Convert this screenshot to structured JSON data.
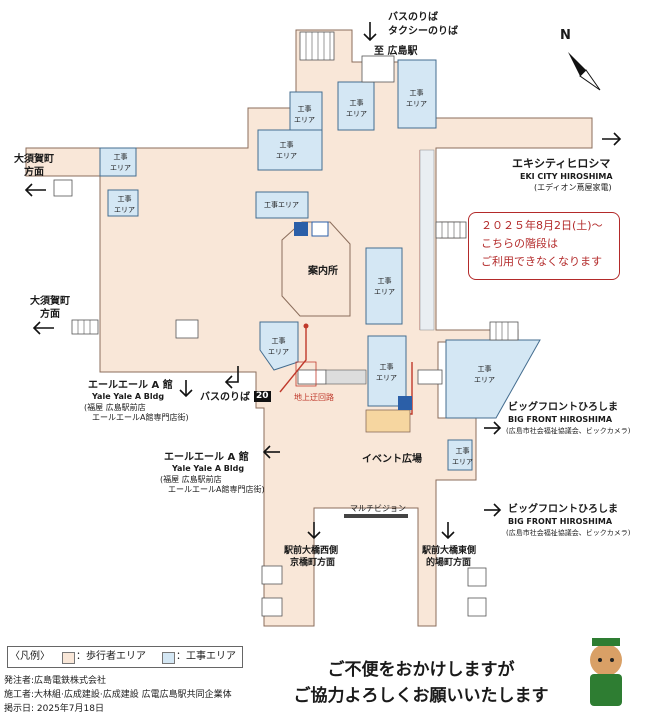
{
  "map": {
    "top_labels": [
      "バスのりば",
      "タクシーのりば",
      "至 広島駅"
    ],
    "construction_label": "工事\nエリア",
    "construction_label_wide": "工事エリア",
    "west_exit_1": {
      "name": "大須賀町",
      "sub": "方面"
    },
    "west_exit_2": {
      "name": "大須賀町",
      "sub": "方面"
    },
    "ekicity": {
      "name": "エキシティヒロシマ",
      "en": "EKI CITY HIROSHIMA",
      "sub": "(エディオン蔦屋家電)"
    },
    "info_desk": "案内所",
    "bus_stop": {
      "label": "バスのりば",
      "number": "20"
    },
    "underground_path": "地上迂回路",
    "event_plaza": "イベント広場",
    "multivision": "マルチビジョン",
    "yale_1": {
      "name": "エールエール A 館",
      "en": "Yale Yale A Bldg",
      "sub1": "(福屋 広島駅前店",
      "sub2": "エールエールA館専門店街)"
    },
    "yale_2": {
      "name": "エールエール A 館",
      "en": "Yale Yale A Bldg",
      "sub1": "(福屋 広島駅前店",
      "sub2": "エールエールA館専門店街)"
    },
    "bigfront_1": {
      "name": "ビッグフロントひろしま",
      "en": "BIG FRONT HIROSHIMA",
      "sub": "(広島市社会福祉協議会、ビックカメラ)"
    },
    "bigfront_2": {
      "name": "ビッグフロントひろしま",
      "en": "BIG FRONT HIROSHIMA",
      "sub": "(広島市社会福祉協議会、ビックカメラ)"
    },
    "south_west": {
      "line1": "駅前大橋西側",
      "line2": "京橋町方面"
    },
    "south_east": {
      "line1": "駅前大橋東側",
      "line2": "的場町方面"
    },
    "compass": "N"
  },
  "notice": {
    "line1": "２０２５年8月2日(土)〜",
    "line2": "こちらの階段は",
    "line3": "ご利用できなくなります"
  },
  "legend": {
    "title": "〈凡例〉",
    "pedestrian": "：歩行者エリア",
    "construction": "：工事エリア"
  },
  "footer": {
    "orderer": "発注者:広島電鉄株式会社",
    "contractor": "施工者:大林組·広成建設·広成建設 広電広島駅共同企業体",
    "posted": "掲示日: 2025年7月18日"
  },
  "message": {
    "line1": "ご不便をおかけしますが",
    "line2": "ご協力よろしくお願いいたします"
  },
  "colors": {
    "pedestrian": "#f9e7d8",
    "construction": "#d4e7f4",
    "notice": "#b32a2a",
    "route": "#c0392b"
  }
}
